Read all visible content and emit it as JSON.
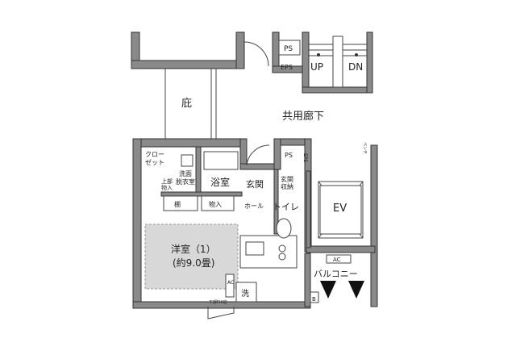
{
  "plan": {
    "eave": "庇",
    "corridor": "共用廊下",
    "ps_top": "PS",
    "eps_top": "EPS",
    "up": "UP",
    "dn": "DN",
    "closet": [
      "クロー",
      "ゼット"
    ],
    "upper_storage": [
      "上部",
      "物入"
    ],
    "washroom": [
      "洗面",
      "脱衣室"
    ],
    "bathroom": "浴室",
    "entrance": "玄関",
    "entrance_storage": [
      "玄関",
      "収納"
    ],
    "ps": "PS",
    "eps": "EPS",
    "shelf": "棚",
    "storage": "物入",
    "hall": "ホール",
    "toilet": "トイレ",
    "ev": "EV",
    "western_room": "洋室（1）",
    "western_room_size": "(約9.0畳)",
    "ac_room": "AC",
    "washer": "洗",
    "fix_window": "下部FIX窓",
    "balcony": "バルコニー",
    "ac_balcony": "AC",
    "b_label": "B",
    "vent": "ベンチ"
  }
}
